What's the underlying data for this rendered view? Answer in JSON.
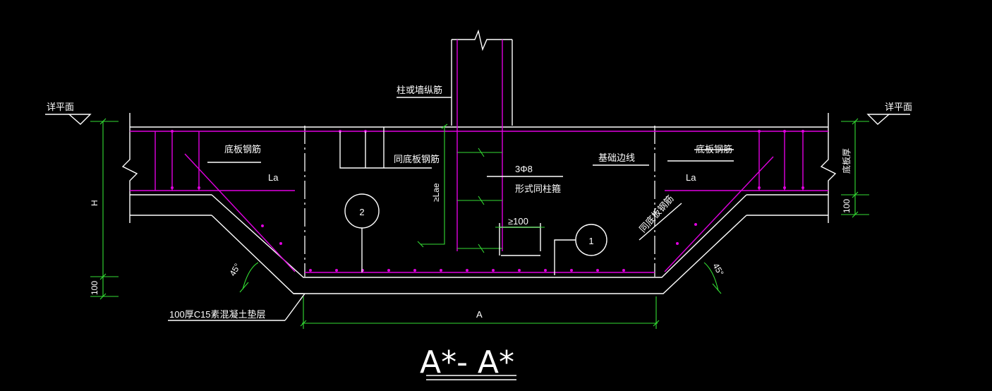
{
  "labels": {
    "detail_plan_left": "详平面",
    "detail_plan_right": "详平面",
    "column_bars": "柱或墙纵筋",
    "bottom_bars_left": "底板钢筋",
    "bottom_bars_right": "底板钢筋",
    "same_as_bottom_bars": "同底板钢筋",
    "stirrups_count": "3Φ8",
    "stirrups_form": "形式同柱箍",
    "foundation_edge": "基础边线",
    "same_as_bottom_bars_slope": "同底板钢筋",
    "la_left": "La",
    "la_right": "La",
    "lae": "≥Lae",
    "min_100": "≥100",
    "slab_thickness": "底板厚",
    "dim_100_right": "100",
    "dim_h": "H",
    "dim_100_left": "100",
    "angle_left": "45°",
    "angle_right": "45°",
    "dim_a": "A",
    "cushion": "100厚C15素混凝土垫层",
    "marker_2": "2",
    "marker_1": "1",
    "section_title": "A*- A*"
  },
  "colors": {
    "background": "#000000",
    "concrete_outline": "#ffffff",
    "reinforcement": "#e000e0",
    "dimensions": "#33dd33",
    "text": "#ffffff"
  }
}
